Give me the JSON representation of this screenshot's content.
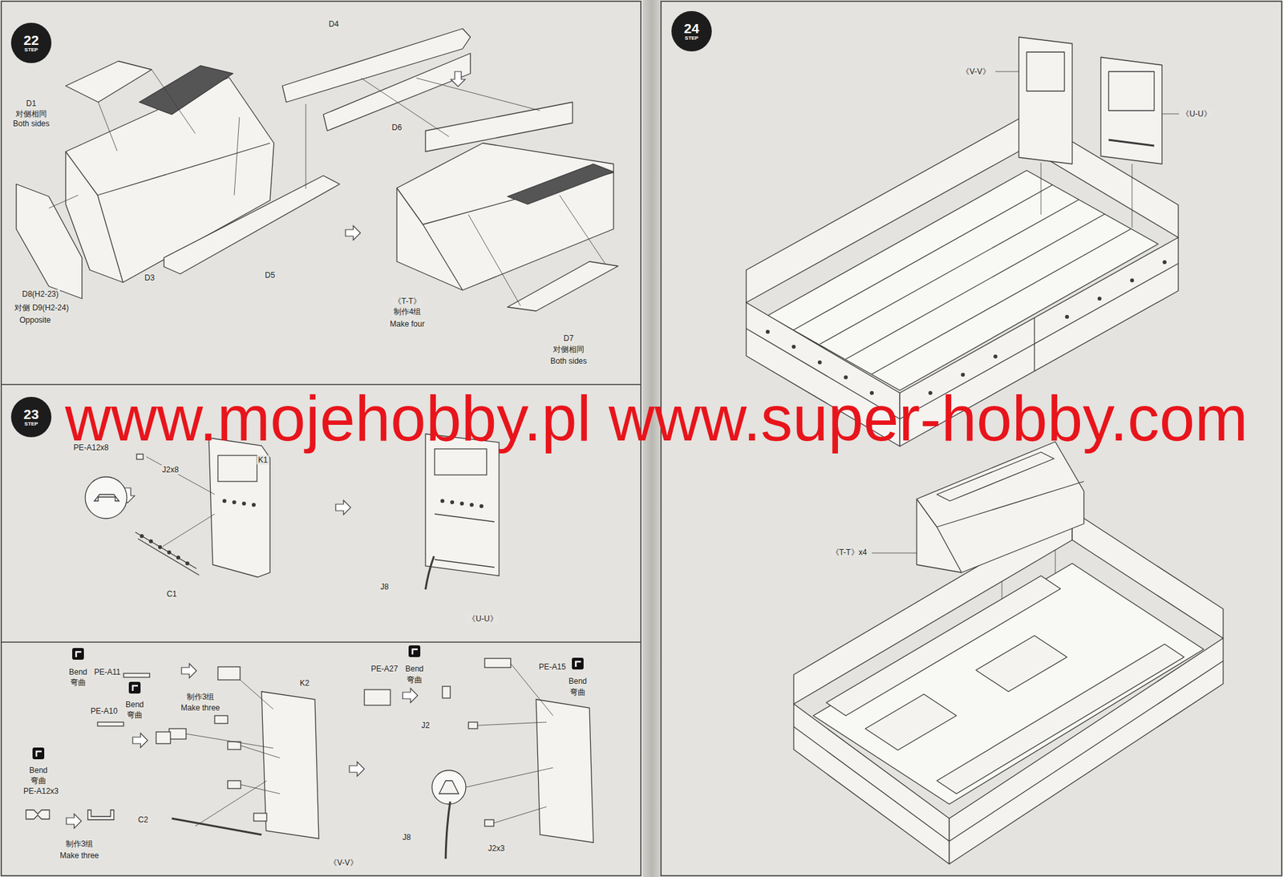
{
  "diagram": {
    "nodes": [
      {
        "text": [
          "22",
          "STEP"
        ]
      },
      {
        "text": [
          "23",
          "STEP"
        ]
      },
      {
        "text": [
          "24",
          "STEP"
        ]
      }
    ],
    "labels": [
      "D1",
      "对侧相同",
      "Both sides",
      "D4",
      "D6",
      "D3",
      "D5",
      "D8(H2-23)",
      "对侧 D9(H2-24)",
      "Opposite",
      "《T-T》",
      "制作4组",
      "Make four",
      "D7",
      "对侧相同",
      "Both sides",
      "PE-A12x8",
      "J2x8",
      "K1",
      "C1",
      "J8",
      "《U-U》",
      "Bend",
      "PE-A11",
      "弯曲",
      "制作3组",
      "Make three",
      "Bend",
      "PE-A10",
      "弯曲",
      "Bend",
      "弯曲",
      "PE-A12x3",
      "制作3组",
      "Make three",
      "K2",
      "C2",
      "《V-V》",
      "PE-A27",
      "Bend",
      "弯曲",
      "J2",
      "PE-A15",
      "Bend",
      "弯曲",
      "J8",
      "J2x3",
      "《V-V》",
      "《U-U》",
      "《T-T》x4",
      "www.mojehobby.pl www.super-hobby.com"
    ]
  }
}
